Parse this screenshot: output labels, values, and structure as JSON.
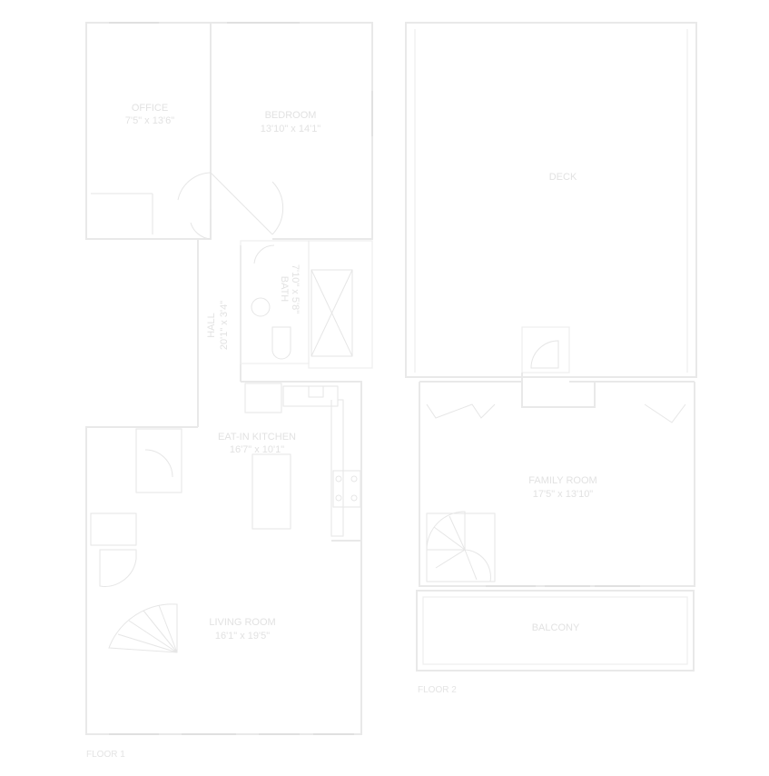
{
  "rooms": {
    "office": {
      "name": "OFFICE",
      "dims": "7'5\" x 13'6\""
    },
    "bedroom": {
      "name": "BEDROOM",
      "dims": "13'10\" x 14'1\""
    },
    "bath": {
      "name": "BATH",
      "dims": "7'10\" x 5'8\""
    },
    "hall": {
      "name": "HALL",
      "dims": "20'1\" x 3'4\""
    },
    "kitchen": {
      "name": "EAT-IN KITCHEN",
      "dims": "16'7\" x 10'1\""
    },
    "living": {
      "name": "LIVING ROOM",
      "dims": "16'1\" x 19'5\""
    },
    "deck": {
      "name": "DECK"
    },
    "family": {
      "name": "FAMILY ROOM",
      "dims": "17'5\" x 13'10\""
    },
    "balcony": {
      "name": "BALCONY"
    }
  },
  "floors": {
    "floor1": "FLOOR 1",
    "floor2": "FLOOR 2"
  }
}
